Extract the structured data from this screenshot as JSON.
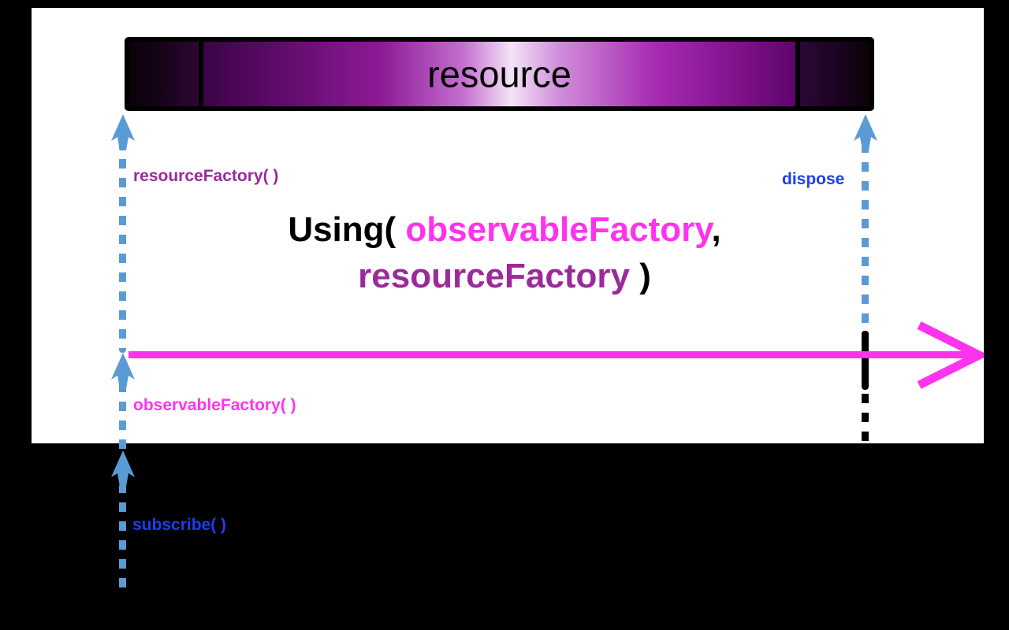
{
  "diagram": {
    "title": "Using( observableFactory, resourceFactory )",
    "type": "rxjs-marble-diagram",
    "background_color": "#000000",
    "panel_color": "#ffffff"
  },
  "resource_bar": {
    "label": "resource",
    "segments": 3,
    "label_color": "#000000",
    "border_color": "#000000",
    "gradient_colors": [
      "#0b0208",
      "#5d0a6a",
      "#a72cb2",
      "#f3e4f6",
      "#a72cb2",
      "#5e0569",
      "#0b0208"
    ]
  },
  "formula": {
    "prefix": "Using( ",
    "observable_factory": "observableFactory",
    "comma": ",",
    "resource_factory": "resourceFactory",
    "suffix": " )",
    "observable_color": "#ff33ee",
    "resource_color": "#9b2a9b",
    "base_color": "#000000"
  },
  "labels": {
    "resource_factory": "resourceFactory( )",
    "dispose": "dispose",
    "observable_factory": "observableFactory( )",
    "subscribe": "subscribe( )",
    "resource_factory_color": "#9b2a9b",
    "dispose_color": "#1a3ff0",
    "observable_factory_color": "#ff33ee",
    "subscribe_color": "#1a3ff0"
  },
  "timeline": {
    "name": "observable-output-timeline",
    "color": "#ff33ee",
    "completion_marker_color": "#000000",
    "has_arrow_head": true
  },
  "lifelines": {
    "dash_color_blue": "#5b9bd5",
    "dash_color_black": "#000000",
    "arrowhead_color": "#5b9bd5"
  }
}
